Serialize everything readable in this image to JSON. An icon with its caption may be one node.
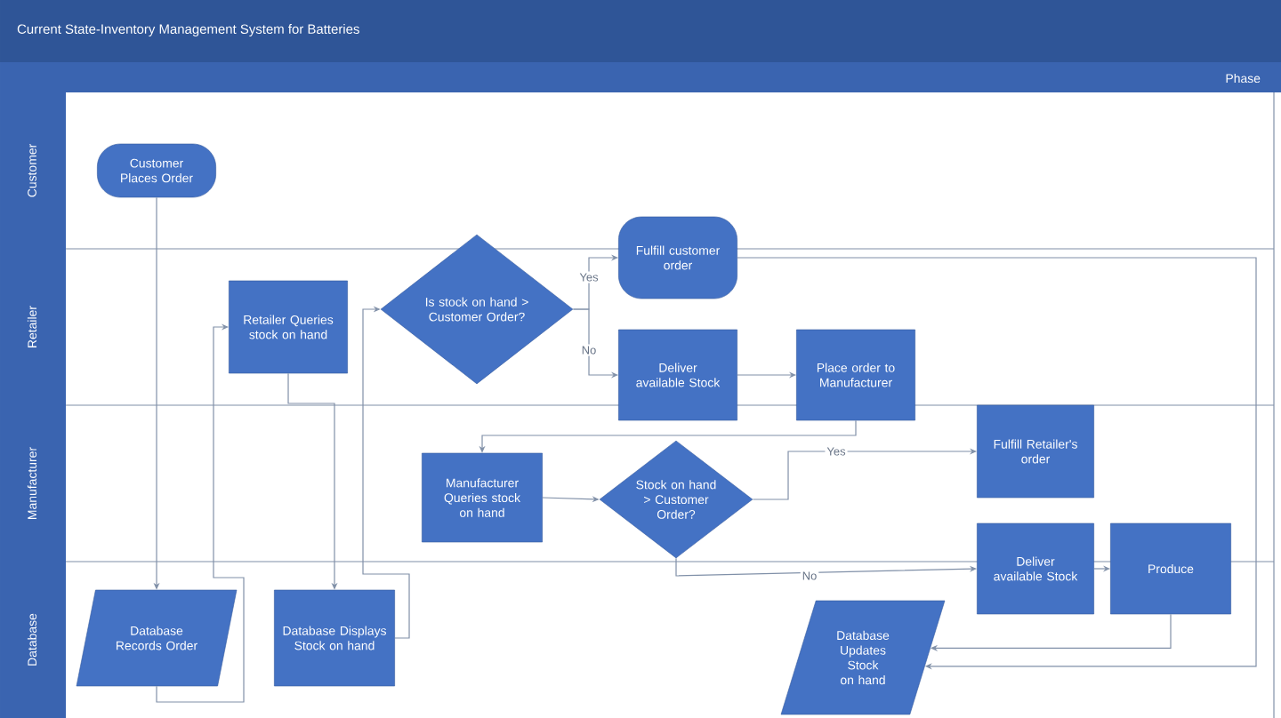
{
  "diagram": {
    "title": "Current State-Inventory Management System for Batteries",
    "nodes": [
      {
        "text": [
          "Customer Places Order"
        ]
      },
      {
        "text": [
          "Retailer Queries stock on hand"
        ]
      },
      {
        "text": [
          "Is stock on hand > Customer Order?"
        ]
      },
      {
        "text": [
          "Fulfill customer order"
        ]
      },
      {
        "text": [
          "Deliver available Stock"
        ]
      },
      {
        "text": [
          "Place order to Manufacturer"
        ]
      },
      {
        "text": [
          "Manufacturer Queries stock on hand"
        ]
      },
      {
        "text": [
          "Stock on hand > Customer Order?"
        ]
      },
      {
        "text": [
          "Fulfill Retailer's order"
        ]
      },
      {
        "text": [
          "Deliver available Stock"
        ]
      },
      {
        "text": [
          "Produce"
        ]
      },
      {
        "text": [
          "Database Records Order"
        ]
      },
      {
        "text": [
          "Database Displays Stock on hand"
        ]
      },
      {
        "text": [
          "Database Updates Stock on hand"
        ]
      }
    ],
    "edges": [
      {
        "from": 0,
        "to": 11,
        "arrow": "to"
      },
      {
        "from": 11,
        "to": 1,
        "arrow": "to"
      },
      {
        "from": 1,
        "to": 12,
        "arrow": "to"
      },
      {
        "from": 12,
        "to": 2,
        "arrow": "to"
      },
      {
        "from": 2,
        "to": 3,
        "arrow": "to",
        "label": "Yes"
      },
      {
        "from": 2,
        "to": 4,
        "arrow": "to",
        "label": "No"
      },
      {
        "from": 4,
        "to": 5,
        "arrow": "to"
      },
      {
        "from": 5,
        "to": 6,
        "arrow": "to"
      },
      {
        "from": 6,
        "to": 7,
        "arrow": "to"
      },
      {
        "from": 7,
        "to": 8,
        "arrow": "to",
        "label": "Yes"
      },
      {
        "from": 7,
        "to": 9,
        "arrow": "to",
        "label": "No"
      },
      {
        "from": 9,
        "to": 10,
        "arrow": "to"
      },
      {
        "from": 10,
        "to": 13,
        "arrow": "to"
      },
      {
        "from": 3,
        "to": 13,
        "arrow": "to"
      }
    ],
    "labels": [
      "Phase",
      "Customer",
      "Retailer",
      "Manufacturer",
      "Database"
    ]
  }
}
